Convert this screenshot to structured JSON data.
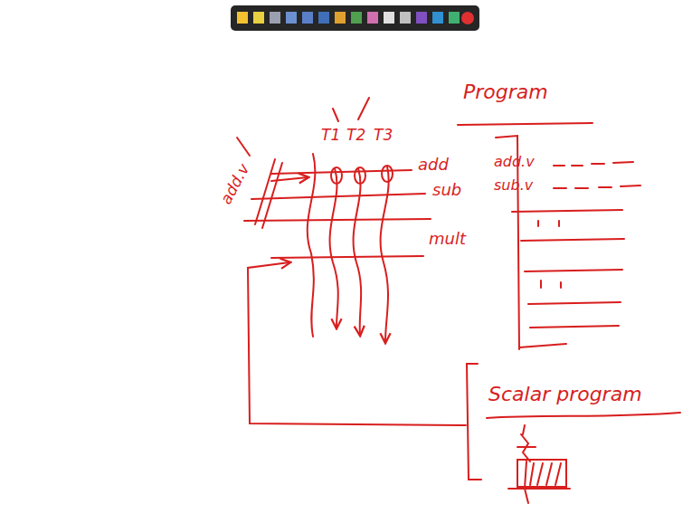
{
  "diagram": {
    "labels": [
      "T1",
      "T2",
      "T3",
      "add",
      "sub",
      "mult",
      "add.v",
      "Program",
      "add.v",
      "sub.v",
      "Scalar program"
    ]
  }
}
